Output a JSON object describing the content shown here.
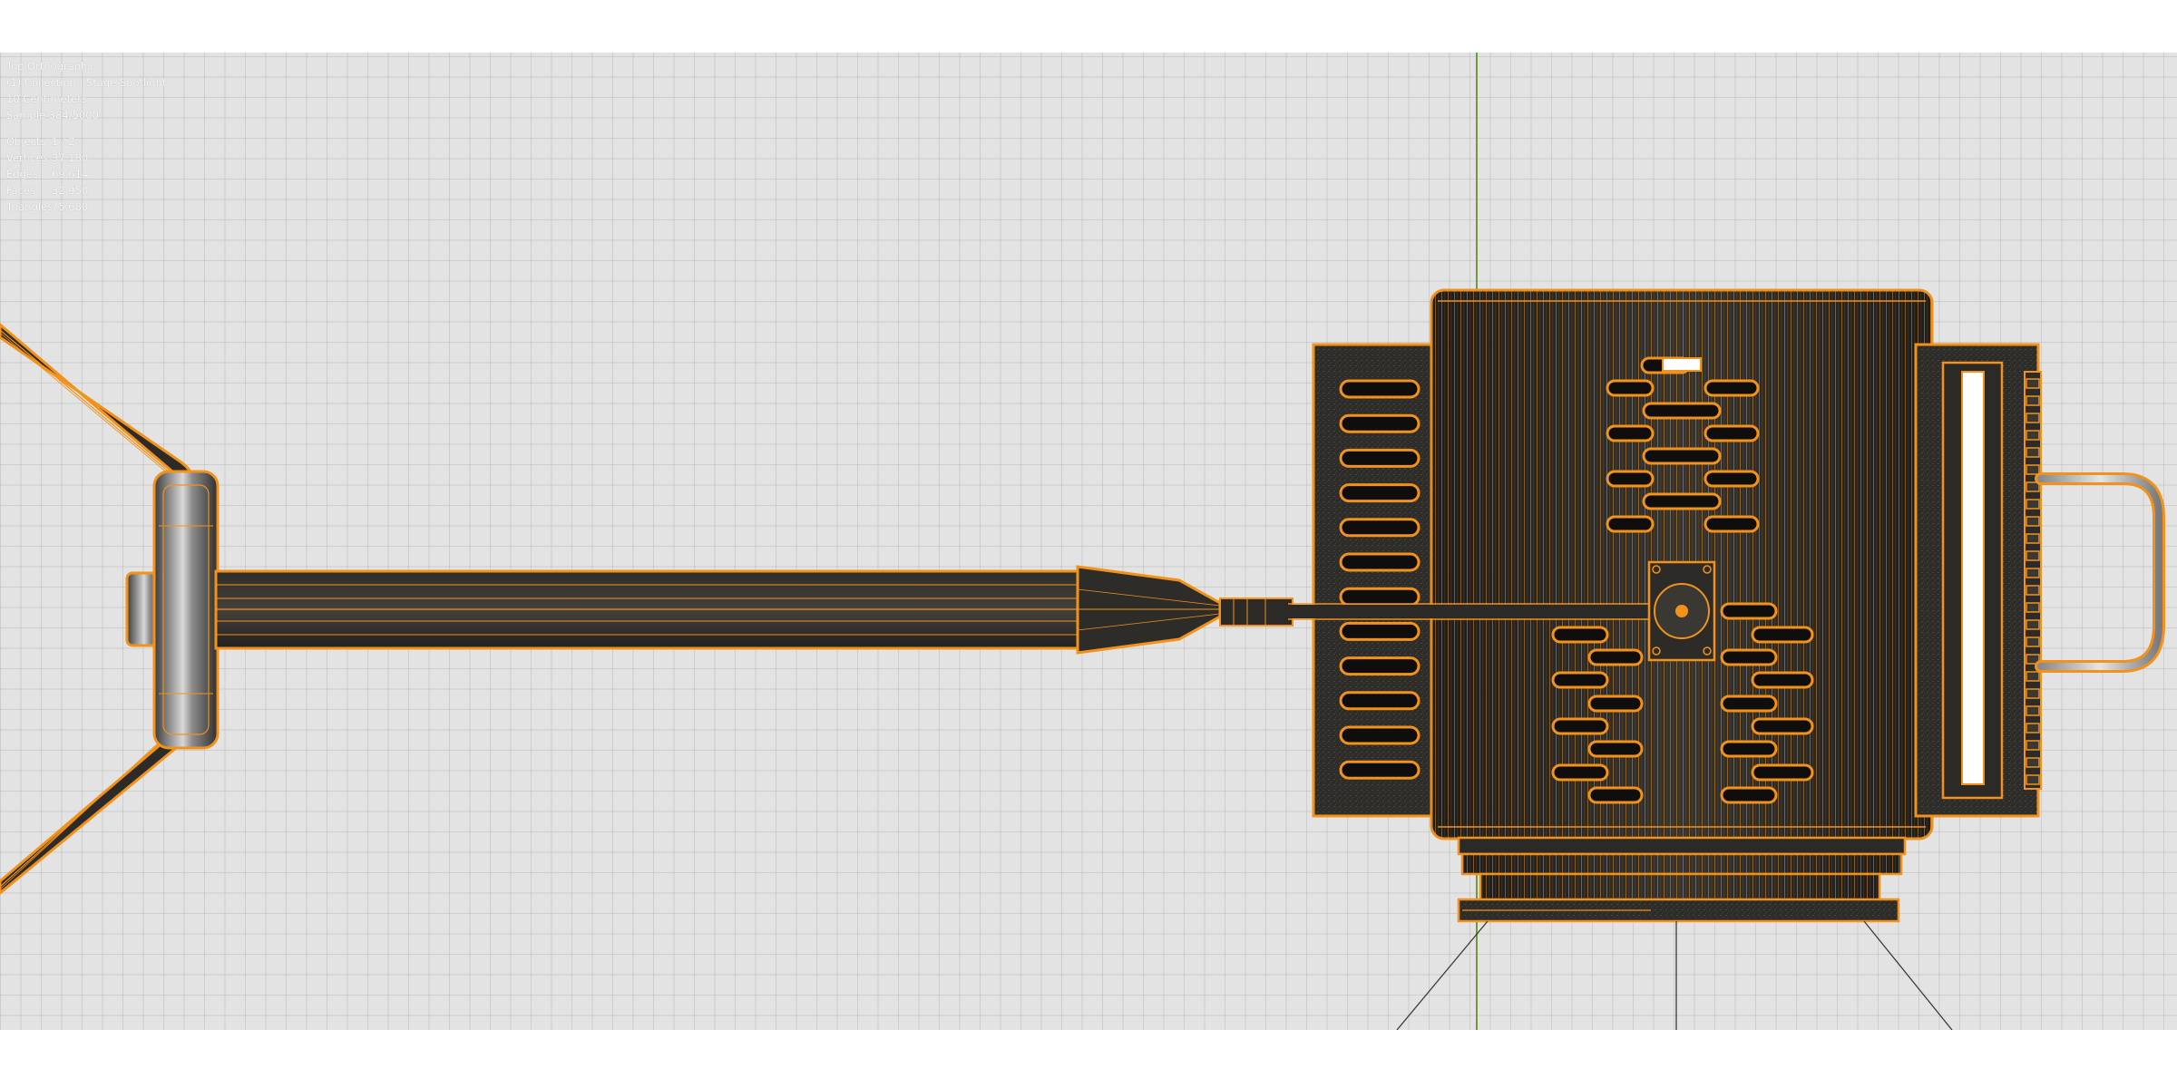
{
  "viewport": {
    "view_name": "Top Orthographic",
    "collection": "(1) Collection | Stage Spotlight",
    "units": "10 Centimeters",
    "sample": "Sample 384/5000",
    "stats": [
      {
        "label": "Objects",
        "value": "1 / 2"
      },
      {
        "label": "Vertices",
        "value": "37,180"
      },
      {
        "label": "Edges",
        "value": "69,614"
      },
      {
        "label": "Faces",
        "value": "32,950"
      },
      {
        "label": "Triangles",
        "value": "75,680"
      }
    ]
  },
  "colors": {
    "background": "#e3e3e3",
    "grid_line": "#c9c9c9",
    "axis_y": "#6e9a3a",
    "selection_outline": "#f2921a",
    "model_body": "#2b2a27"
  },
  "scene": {
    "object": "stage-spotlight",
    "selected": true
  }
}
